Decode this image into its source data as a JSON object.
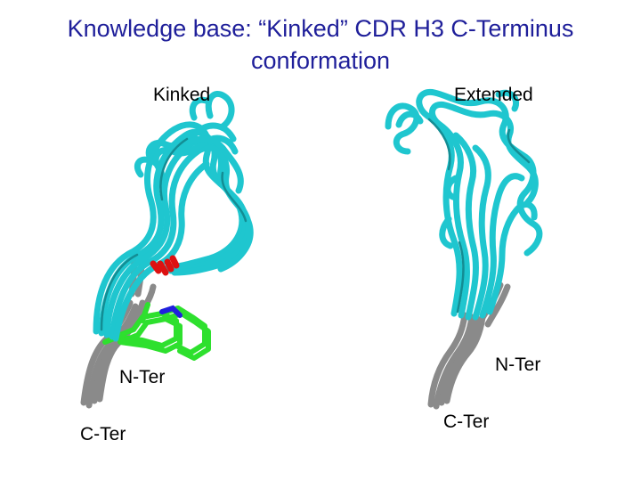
{
  "slide": {
    "title_line1": "Knowledge base: “Kinked” CDR H3 C-Terminus",
    "title_line2": "conformation"
  },
  "left_panel": {
    "heading": "Kinked",
    "n_ter": "N-Ter",
    "c_ter": "C-Ter"
  },
  "right_panel": {
    "heading": "Extended",
    "n_ter": "N-Ter",
    "c_ter": "C-Ter"
  },
  "colors": {
    "title": "#1f1f9a",
    "loop": "#1fc6cf",
    "loop_shade": "#138d94",
    "stem": "#8a8a8a",
    "trp": "#2ee02e",
    "oxygen": "#dd1111",
    "nitrogen": "#2020dd"
  }
}
